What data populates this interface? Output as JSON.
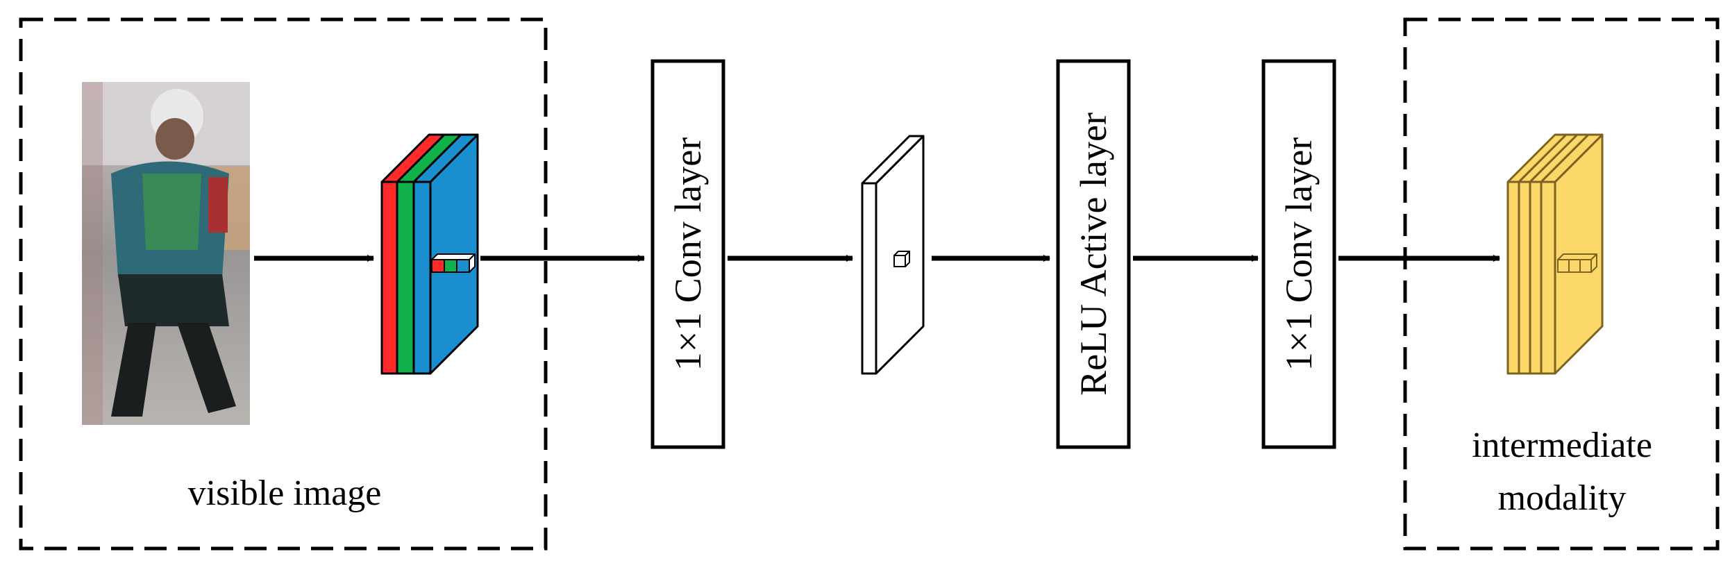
{
  "input_box": {
    "label": "visible image"
  },
  "output_box": {
    "label_line1": "intermediate",
    "label_line2": "modality"
  },
  "layers": {
    "conv1": "1×1 Conv layer",
    "relu": "ReLU Active layer",
    "conv2": "1×1 Conv layer"
  },
  "colors": {
    "channel_red": "#ff2a2a",
    "channel_green": "#10b04a",
    "channel_blue": "#1a8fd0",
    "output_fill": "#fcd86a",
    "output_edge": "#7a6420",
    "stroke": "#000000"
  }
}
